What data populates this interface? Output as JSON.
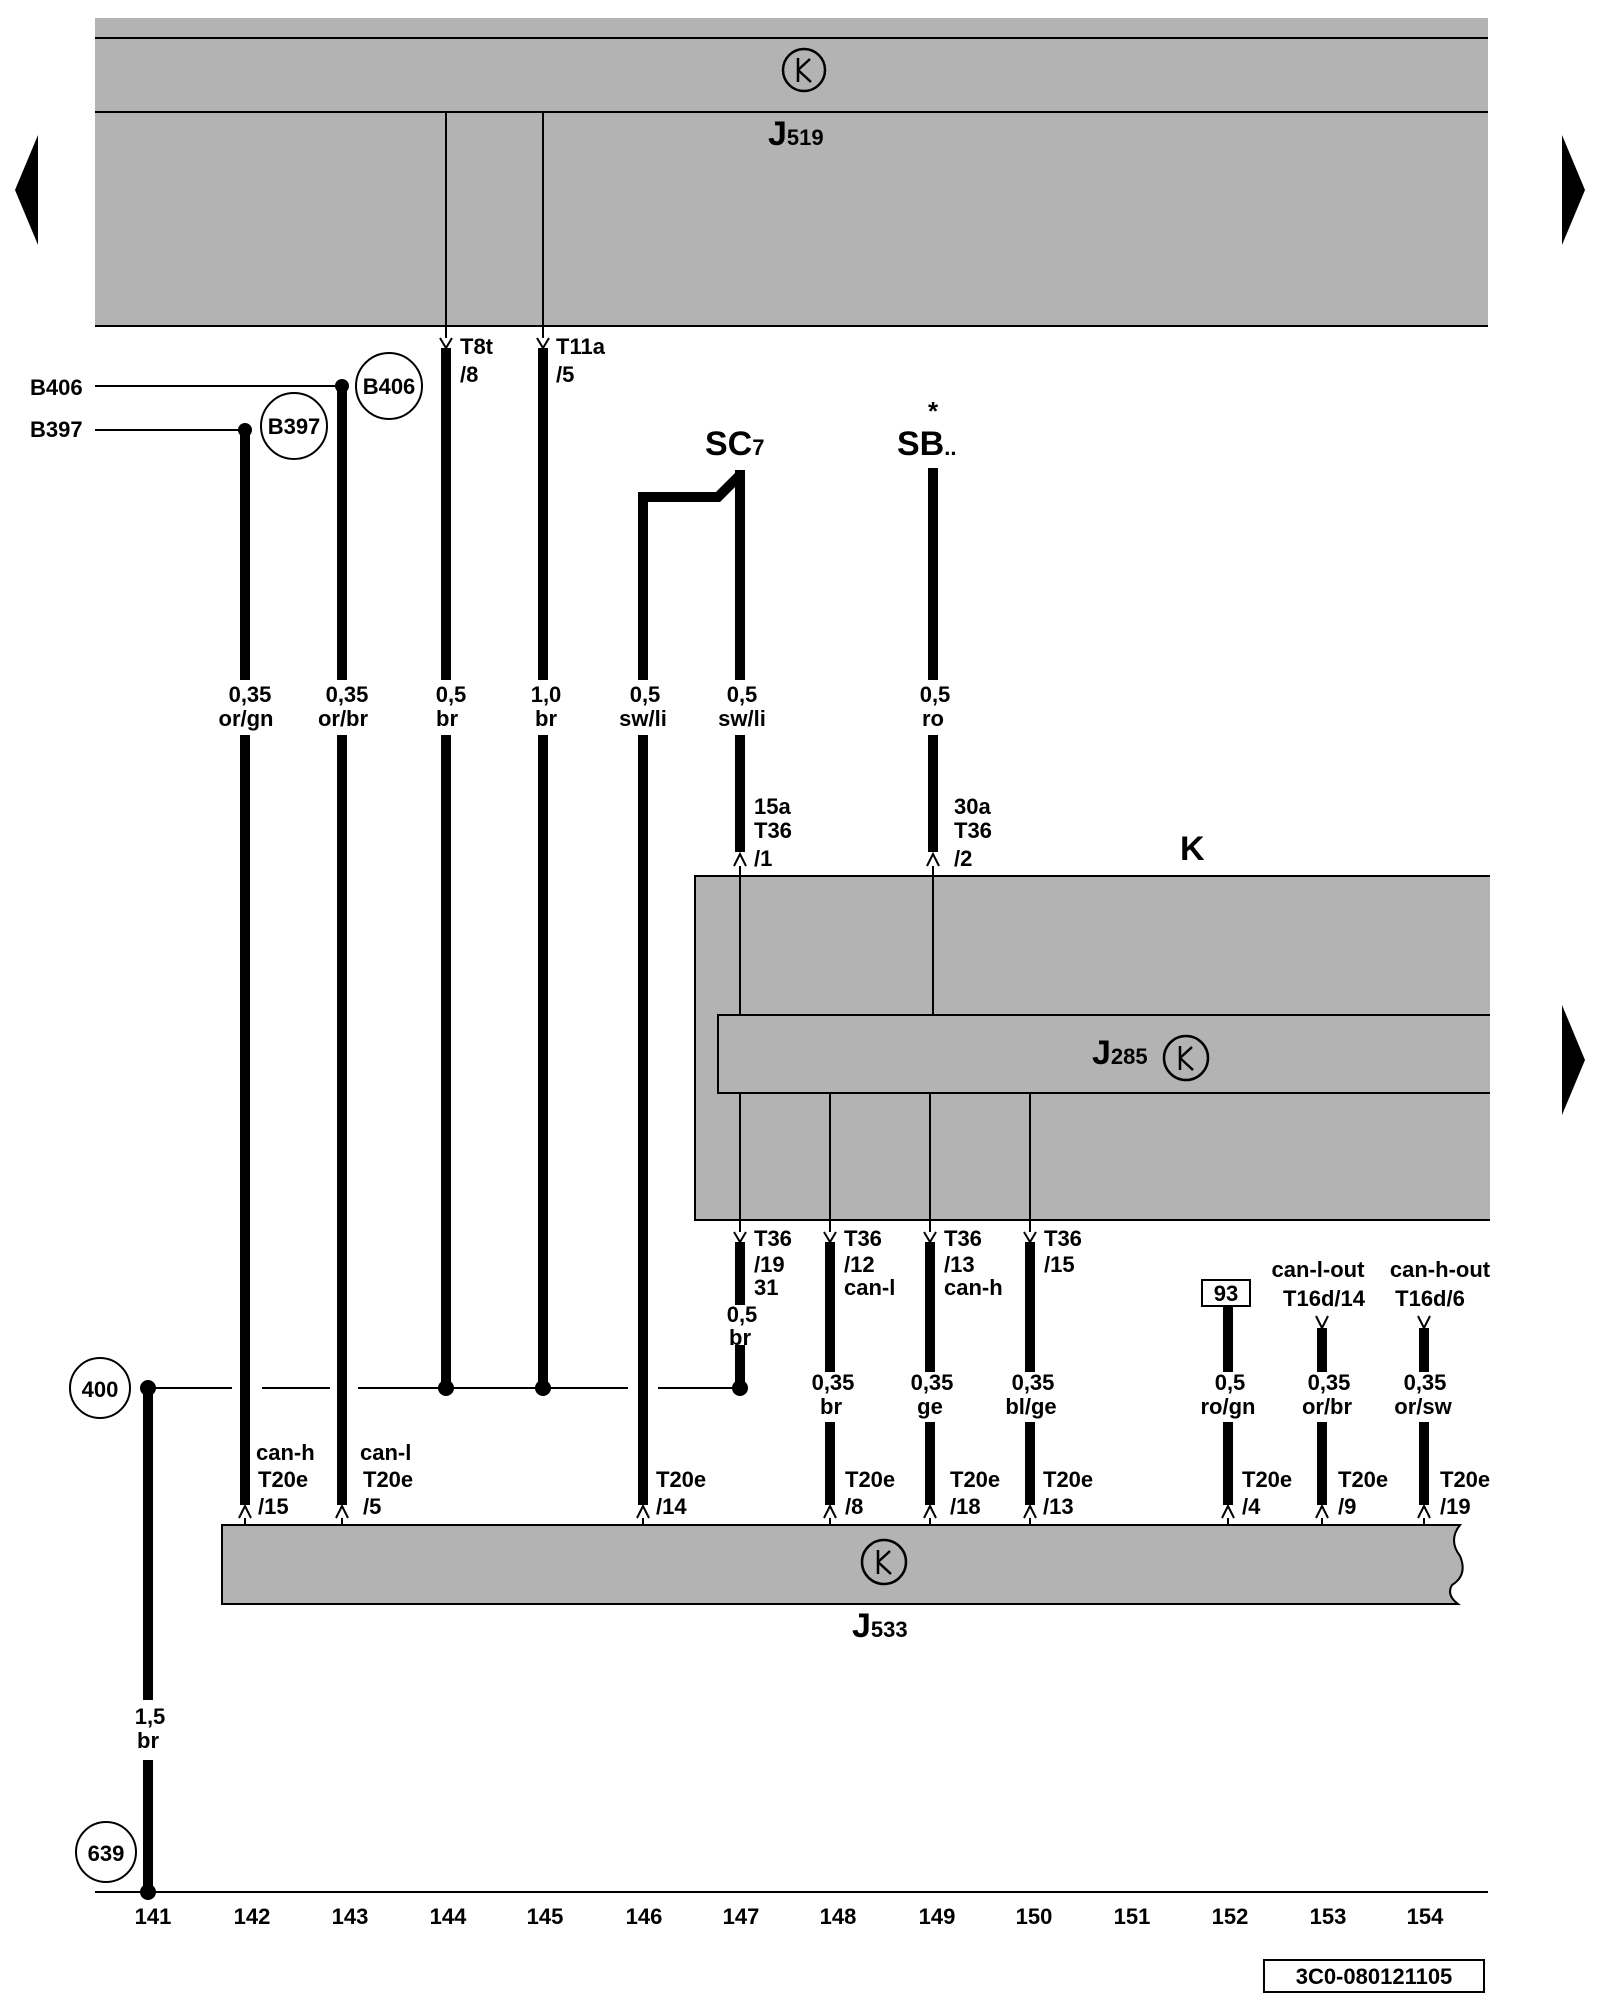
{
  "components": {
    "j519": {
      "letter": "J",
      "sub": "519"
    },
    "j285": {
      "letter": "J",
      "sub": "285"
    },
    "j533": {
      "letter": "J",
      "sub": "533"
    },
    "k": "K"
  },
  "refs": {
    "b406_left": "B406",
    "b397_left": "B397",
    "b406_circle": "B406",
    "b397_circle": "B397",
    "sc7": {
      "main": "SC",
      "sub": "7"
    },
    "sb": {
      "star": "*",
      "main": "SB",
      "sub": ".."
    },
    "g400": "400",
    "g639": "639",
    "box93": "93"
  },
  "top_connectors": [
    {
      "l1": "T8t",
      "l2": "/8"
    },
    {
      "l1": "T11a",
      "l2": "/5"
    }
  ],
  "k_top_pins": [
    {
      "l1": "15a",
      "l2": "T36",
      "l3": "/1"
    },
    {
      "l1": "30a",
      "l2": "T36",
      "l3": "/2"
    }
  ],
  "k_bottom_pins": [
    {
      "l1": "T36",
      "l2": "/19",
      "l3": "31"
    },
    {
      "l1": "T36",
      "l2": "/12",
      "l3": "can-l"
    },
    {
      "l1": "T36",
      "l2": "/13",
      "l3": "can-h"
    },
    {
      "l1": "T36",
      "l2": "/15",
      "l3": ""
    }
  ],
  "wires_upper": [
    {
      "gauge": "0,35",
      "color": "or/gn"
    },
    {
      "gauge": "0,35",
      "color": "or/br"
    },
    {
      "gauge": "0,5",
      "color": "br"
    },
    {
      "gauge": "1,0",
      "color": "br"
    },
    {
      "gauge": "0,5",
      "color": "sw/li"
    },
    {
      "gauge": "0,5",
      "color": "sw/li"
    },
    {
      "gauge": "0,5",
      "color": "ro"
    }
  ],
  "wire_147_lower": {
    "gauge": "0,5",
    "color": "br"
  },
  "wires_lower": [
    {
      "gauge": "0,35",
      "color": "br"
    },
    {
      "gauge": "0,35",
      "color": "ge"
    },
    {
      "gauge": "0,35",
      "color": "bl/ge"
    },
    {
      "gauge": "0,5",
      "color": "ro/gn"
    },
    {
      "gauge": "0,35",
      "color": "or/br"
    },
    {
      "gauge": "0,35",
      "color": "or/sw"
    }
  ],
  "ground_wire": {
    "gauge": "1,5",
    "color": "br"
  },
  "can_out": [
    {
      "l1": "can-l-out",
      "l2": "T16d/14"
    },
    {
      "l1": "can-h-out",
      "l2": "T16d/6"
    }
  ],
  "j533_pins": [
    {
      "l1": "can-h",
      "l2": "T20e",
      "l3": "/15"
    },
    {
      "l1": "can-l",
      "l2": "T20e",
      "l3": "/5"
    },
    {
      "l1": "",
      "l2": "T20e",
      "l3": "/14"
    },
    {
      "l1": "",
      "l2": "T20e",
      "l3": "/8"
    },
    {
      "l1": "",
      "l2": "T20e",
      "l3": "/18"
    },
    {
      "l1": "",
      "l2": "T20e",
      "l3": "/13"
    },
    {
      "l1": "",
      "l2": "T20e",
      "l3": "/4"
    },
    {
      "l1": "",
      "l2": "T20e",
      "l3": "/9"
    },
    {
      "l1": "",
      "l2": "T20e",
      "l3": "/19"
    }
  ],
  "track_numbers": [
    "141",
    "142",
    "143",
    "144",
    "145",
    "146",
    "147",
    "148",
    "149",
    "150",
    "151",
    "152",
    "153",
    "154"
  ],
  "diagram_code": "3C0-080121105"
}
